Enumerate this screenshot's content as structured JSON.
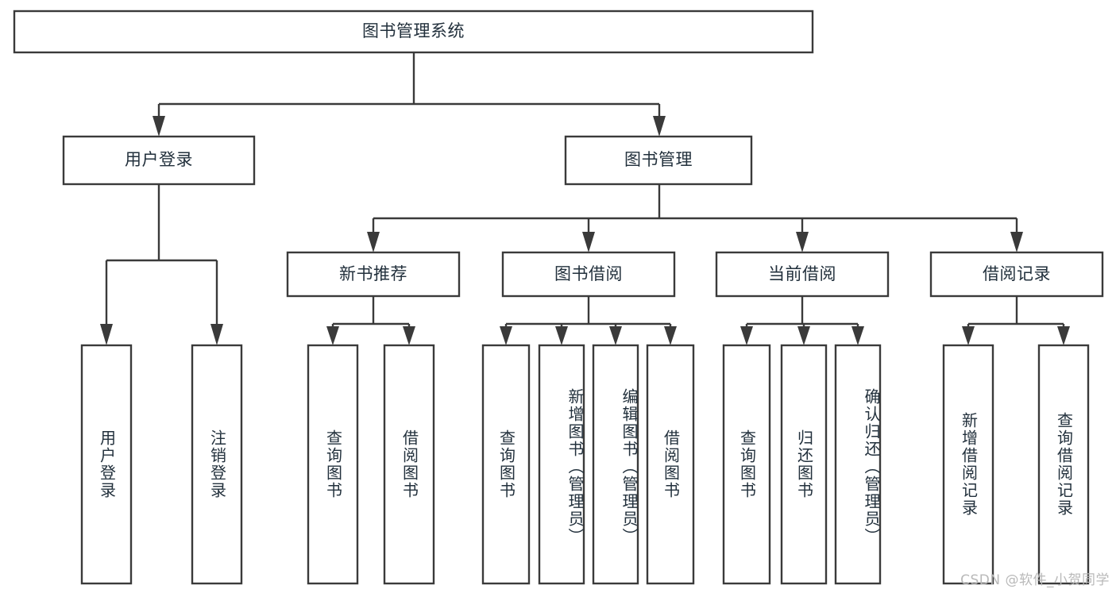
{
  "diagram": {
    "type": "tree-hierarchy",
    "title": "图书管理系统",
    "watermark": "CSDN @软件_小贺同学",
    "colors": {
      "stroke": "#3a3a3a",
      "fill": "#ffffff",
      "text": "#22303c",
      "watermark": "#b9b9b9",
      "background": "#ffffff"
    },
    "nodes": {
      "root": {
        "label": "图书管理系统",
        "level": 0,
        "orientation": "horizontal"
      },
      "user_login": {
        "label": "用户登录",
        "level": 1,
        "orientation": "horizontal"
      },
      "book_manage": {
        "label": "图书管理",
        "level": 1,
        "orientation": "horizontal"
      },
      "new_book_rec": {
        "label": "新书推荐",
        "level": 2,
        "orientation": "horizontal"
      },
      "book_borrow": {
        "label": "图书借阅",
        "level": 2,
        "orientation": "horizontal"
      },
      "current_borrow": {
        "label": "当前借阅",
        "level": 2,
        "orientation": "horizontal"
      },
      "borrow_record": {
        "label": "借阅记录",
        "level": 2,
        "orientation": "horizontal"
      },
      "leaf_user_login": {
        "label": "用户登录",
        "level": 2,
        "orientation": "vertical"
      },
      "leaf_logout": {
        "label": "注销登录",
        "level": 2,
        "orientation": "vertical"
      },
      "leaf_query_book_a": {
        "label": "查询图书",
        "level": 3,
        "orientation": "vertical"
      },
      "leaf_borrow_book_a": {
        "label": "借阅图书",
        "level": 3,
        "orientation": "vertical"
      },
      "leaf_query_book_b": {
        "label": "查询图书",
        "level": 3,
        "orientation": "vertical"
      },
      "leaf_add_book": {
        "label": "新增图书（管理员）",
        "level": 3,
        "orientation": "vertical"
      },
      "leaf_edit_book": {
        "label": "编辑图书（管理员）",
        "level": 3,
        "orientation": "vertical"
      },
      "leaf_borrow_book_b": {
        "label": "借阅图书",
        "level": 3,
        "orientation": "vertical"
      },
      "leaf_query_book_c": {
        "label": "查询图书",
        "level": 3,
        "orientation": "vertical"
      },
      "leaf_return_book": {
        "label": "归还图书",
        "level": 3,
        "orientation": "vertical"
      },
      "leaf_confirm_return": {
        "label": "确认归还（管理员）",
        "level": 3,
        "orientation": "vertical"
      },
      "leaf_add_record": {
        "label": "新增借阅记录",
        "level": 3,
        "orientation": "vertical"
      },
      "leaf_query_record": {
        "label": "查询借阅记录",
        "level": 3,
        "orientation": "vertical"
      }
    },
    "edges": [
      {
        "from": "root",
        "to": "user_login"
      },
      {
        "from": "root",
        "to": "book_manage"
      },
      {
        "from": "user_login",
        "to": "leaf_user_login"
      },
      {
        "from": "user_login",
        "to": "leaf_logout"
      },
      {
        "from": "book_manage",
        "to": "new_book_rec"
      },
      {
        "from": "book_manage",
        "to": "book_borrow"
      },
      {
        "from": "book_manage",
        "to": "current_borrow"
      },
      {
        "from": "book_manage",
        "to": "borrow_record"
      },
      {
        "from": "new_book_rec",
        "to": "leaf_query_book_a"
      },
      {
        "from": "new_book_rec",
        "to": "leaf_borrow_book_a"
      },
      {
        "from": "book_borrow",
        "to": "leaf_query_book_b"
      },
      {
        "from": "book_borrow",
        "to": "leaf_add_book"
      },
      {
        "from": "book_borrow",
        "to": "leaf_edit_book"
      },
      {
        "from": "book_borrow",
        "to": "leaf_borrow_book_b"
      },
      {
        "from": "current_borrow",
        "to": "leaf_query_book_c"
      },
      {
        "from": "current_borrow",
        "to": "leaf_return_book"
      },
      {
        "from": "current_borrow",
        "to": "leaf_confirm_return"
      },
      {
        "from": "borrow_record",
        "to": "leaf_add_record"
      },
      {
        "from": "borrow_record",
        "to": "leaf_query_record"
      }
    ]
  }
}
